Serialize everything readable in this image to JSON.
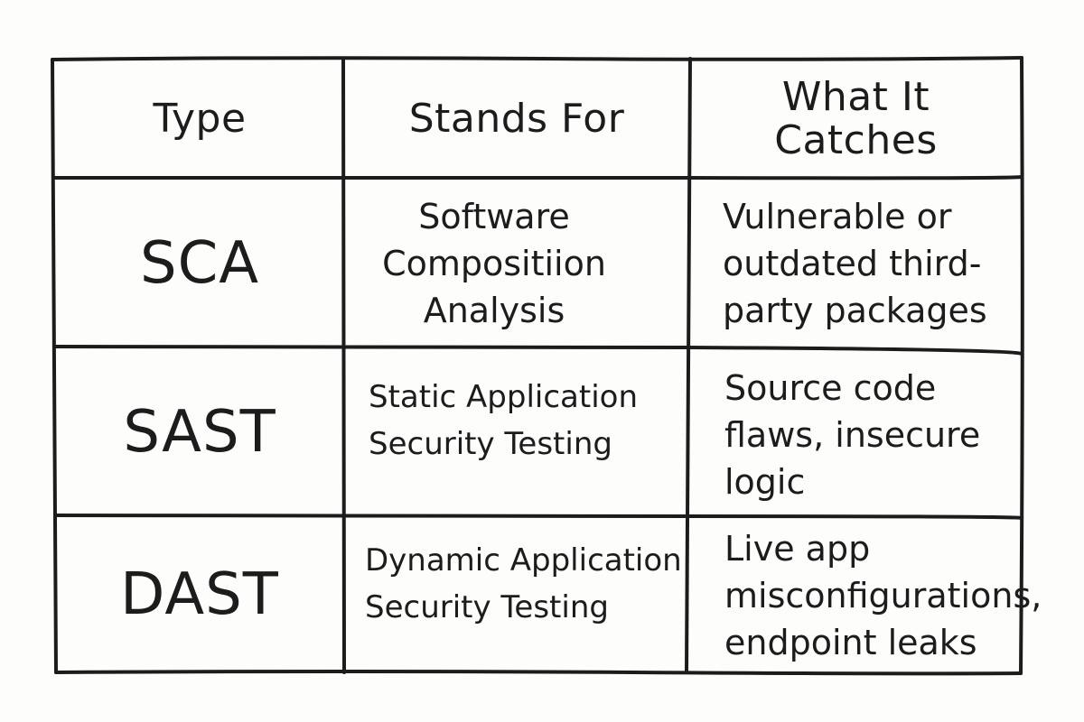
{
  "table": {
    "headers": [
      "Type",
      "Stands For",
      [
        "What It",
        "Catches"
      ]
    ],
    "rows": [
      {
        "type": "SCA",
        "stands_for": [
          "Software",
          "Compositiion",
          "Analysis"
        ],
        "what_it_catches": [
          "Vulnerable or",
          "outdated third-",
          "party packages"
        ]
      },
      {
        "type": "SAST",
        "stands_for": [
          "Static Application",
          "Security Testing"
        ],
        "what_it_catches": [
          "Source code",
          "flaws, insecure",
          "logic"
        ]
      },
      {
        "type": "DAST",
        "stands_for": [
          "Dynamic Application",
          "Security Testing"
        ],
        "what_it_catches": [
          "Live app",
          "misconfigurations,",
          "endpoint leaks"
        ]
      }
    ]
  },
  "colors": {
    "ink": "#1c1c1c",
    "paper": "#fdfdfc"
  }
}
